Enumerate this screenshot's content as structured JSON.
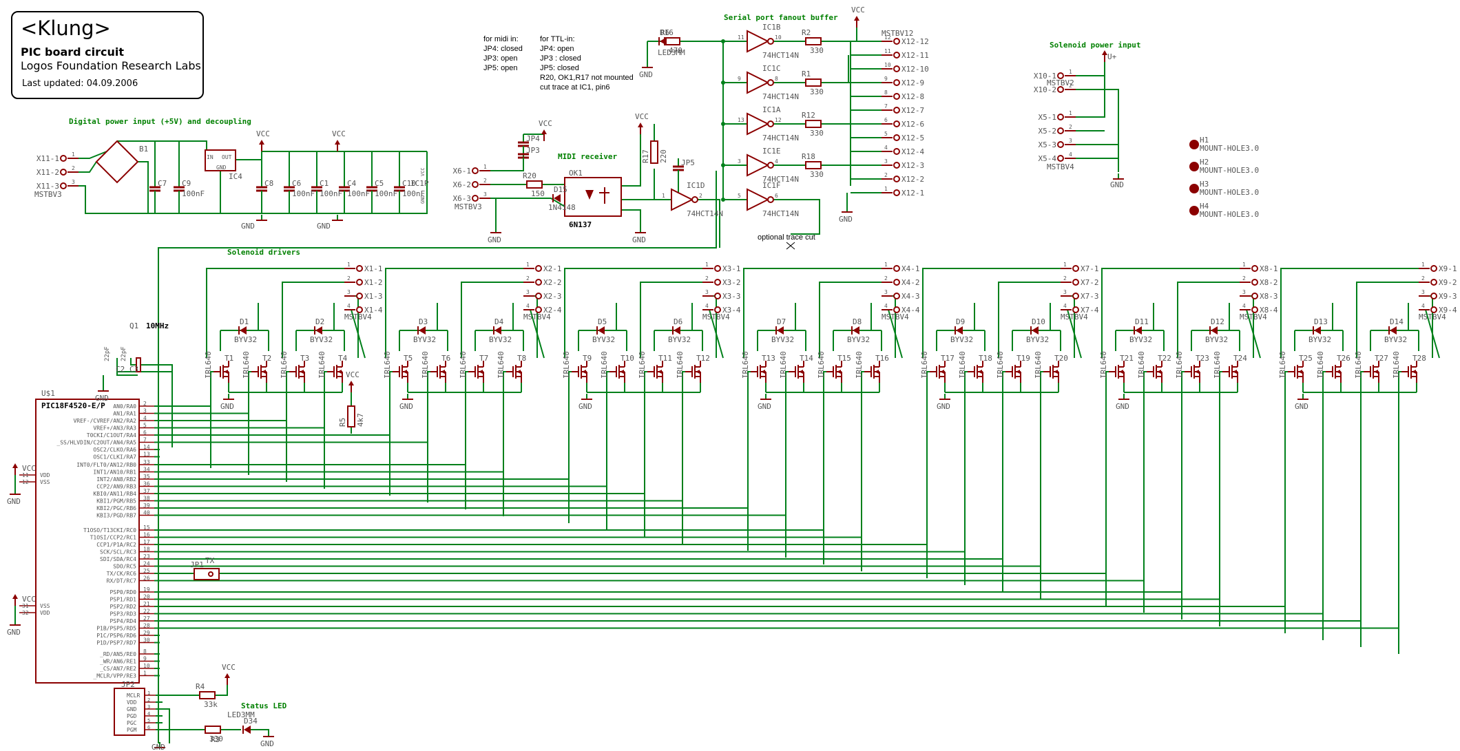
{
  "title_block": {
    "title": "<Klung>",
    "subtitle": "PIC board circuit",
    "org": "Logos Foundation Research Labs",
    "updated": "Last updated: 04.09.2006"
  },
  "notes": {
    "midi": [
      "for midi in:",
      "JP4: closed",
      "JP3: open",
      "JP5: open"
    ],
    "ttl": [
      "for TTL-in:",
      "JP4: open",
      "JP3 : closed",
      "JP5: closed",
      "R20, OK1,R17 not mounted",
      "cut trace at IC1, pin6"
    ],
    "optional_cut": "optional trace cut"
  },
  "sections": {
    "power": "Digital power input (+5V) and decoupling",
    "serial": "Serial port fanout buffer",
    "solenoid_power": "Solenoid power input",
    "midi": "MIDI receiver",
    "drivers": "Solenoid drivers",
    "status": "Status LED"
  },
  "power_input": {
    "connector": "MSTBV3",
    "pins": [
      "X11-1",
      "X11-2",
      "X11-3"
    ],
    "bridge": "B1",
    "regulator": "IC4",
    "reg_in": "IN",
    "reg_out": "OUT",
    "reg_gnd": "GND",
    "vcc": "VCC",
    "gnd": "GND",
    "ic1p": "IC1P",
    "pin_vcc": "VCC",
    "pin_gnd": "GND",
    "caps": [
      {
        "ref": "C7",
        "val": ""
      },
      {
        "ref": "C9",
        "val": "100nF"
      },
      {
        "ref": "C8",
        "val": ""
      },
      {
        "ref": "C6",
        "val": "100nF"
      },
      {
        "ref": "C1",
        "val": "100nF"
      },
      {
        "ref": "C4",
        "val": "100nF"
      },
      {
        "ref": "C5",
        "val": "100nF"
      },
      {
        "ref": "C10",
        "val": "100nF"
      }
    ]
  },
  "midi_receiver": {
    "connector": "MSTBV3",
    "pins": [
      "X6-1",
      "X6-2",
      "X6-3"
    ],
    "r20": "R20",
    "r20_val": "150",
    "d15": "D15",
    "d15_val": "1N4148",
    "ok1": "OK1",
    "ok1_val": "6N137",
    "r17": "R17",
    "r17_val": "220",
    "jp3": "JP3",
    "jp4": "JP4",
    "jp5": "JP5",
    "vcc": "VCC",
    "gnd": "GND"
  },
  "serial_buffer": {
    "led": "D16",
    "led_val": "LED3MM",
    "r6": "R6",
    "r6_val": "470",
    "gnd": "GND",
    "vcc": "VCC",
    "connector": "MSTBV12",
    "gates": [
      {
        "ref": "IC1B",
        "val": "74HCT14N",
        "r": "R2",
        "rval": "330",
        "pin_in": "11",
        "pin_out": "10"
      },
      {
        "ref": "IC1C",
        "val": "74HCT14N",
        "r": "R1",
        "rval": "330",
        "pin_in": "9",
        "pin_out": "8"
      },
      {
        "ref": "IC1A",
        "val": "74HCT14N",
        "r": "R12",
        "rval": "330",
        "pin_in": "13",
        "pin_out": "12"
      },
      {
        "ref": "IC1E",
        "val": "74HCT14N",
        "r": "R18",
        "rval": "330",
        "pin_in": "3",
        "pin_out": "4"
      },
      {
        "ref": "IC1F",
        "val": "74HCT14N",
        "r": "",
        "rval": "",
        "pin_in": "5",
        "pin_out": "6"
      }
    ],
    "ic1d": "IC1D",
    "ic1d_val": "74HCT14N",
    "ic1d_pin_in": "1",
    "ic1d_pin_out": "2",
    "outputs": [
      "X12-12",
      "X12-11",
      "X12-10",
      "X12-9",
      "X12-8",
      "X12-7",
      "X12-6",
      "X12-5",
      "X12-4",
      "X12-3",
      "X12-2",
      "X12-1"
    ],
    "output_pins": [
      "12",
      "11",
      "10",
      "9",
      "8",
      "7",
      "6",
      "5",
      "4",
      "3",
      "2",
      "1"
    ]
  },
  "solenoid_power": {
    "connector_a": "MSTBV2",
    "pins_a": [
      "X10-1",
      "X10-2"
    ],
    "connector_b": "MSTBV4",
    "pins_b": [
      "X5-1",
      "X5-2",
      "X5-3",
      "X5-4"
    ],
    "vplus": "U+",
    "gnd": "GND",
    "holes": [
      {
        "ref": "H1",
        "val": "MOUNT-HOLE3.0"
      },
      {
        "ref": "H2",
        "val": "MOUNT-HOLE3.0"
      },
      {
        "ref": "H3",
        "val": "MOUNT-HOLE3.0"
      },
      {
        "ref": "H4",
        "val": "MOUNT-HOLE3.0"
      }
    ]
  },
  "drivers": {
    "connector": "MSTBV4",
    "diode_val": "BYV32",
    "fet_val": "IRL640",
    "gnd": "GND",
    "pin_nums": [
      "1",
      "2",
      "3",
      "4"
    ],
    "groups": [
      {
        "pins": [
          "X1-1",
          "X1-2",
          "X1-3",
          "X1-4"
        ],
        "diodes": [
          "D1",
          "D2"
        ],
        "fets": [
          "T1",
          "T2",
          "T3",
          "T4"
        ]
      },
      {
        "pins": [
          "X2-1",
          "X2-2",
          "X2-3",
          "X2-4"
        ],
        "diodes": [
          "D3",
          "D4"
        ],
        "fets": [
          "T5",
          "T6",
          "T7",
          "T8"
        ]
      },
      {
        "pins": [
          "X3-1",
          "X3-2",
          "X3-3",
          "X3-4"
        ],
        "diodes": [
          "D5",
          "D6"
        ],
        "fets": [
          "T9",
          "T10",
          "T11",
          "T12"
        ]
      },
      {
        "pins": [
          "X4-1",
          "X4-2",
          "X4-3",
          "X4-4"
        ],
        "diodes": [
          "D7",
          "D8"
        ],
        "fets": [
          "T13",
          "T14",
          "T15",
          "T16"
        ]
      },
      {
        "pins": [
          "X7-1",
          "X7-2",
          "X7-3",
          "X7-4"
        ],
        "diodes": [
          "D9",
          "D10"
        ],
        "fets": [
          "T17",
          "T18",
          "T19",
          "T20"
        ]
      },
      {
        "pins": [
          "X8-1",
          "X8-2",
          "X8-3",
          "X8-4"
        ],
        "diodes": [
          "D11",
          "D12"
        ],
        "fets": [
          "T21",
          "T22",
          "T23",
          "T24"
        ]
      },
      {
        "pins": [
          "X9-1",
          "X9-2",
          "X9-3",
          "X9-4"
        ],
        "diodes": [
          "D13",
          "D14"
        ],
        "fets": [
          "T25",
          "T26",
          "T27",
          "T28"
        ]
      }
    ]
  },
  "crystal": {
    "q1": "Q1",
    "freq": "10MHz",
    "c2": "C2",
    "c3": "C3",
    "cval": "22pF",
    "gnd": "GND"
  },
  "r5": {
    "ref": "R5",
    "val": "4k7",
    "vcc": "VCC"
  },
  "mcu": {
    "ref": "U$1",
    "val": "PIC18F4520-E/P",
    "left_power": [
      {
        "vcc": "VCC",
        "gnd": "GND",
        "pins": [
          {
            "num": "11",
            "name": "VDD"
          },
          {
            "num": "12",
            "name": "VSS"
          }
        ]
      },
      {
        "vcc": "VCC",
        "gnd": "GND",
        "pins": [
          {
            "num": "31",
            "name": "VSS"
          },
          {
            "num": "32",
            "name": "VDD"
          }
        ]
      }
    ],
    "pins": [
      {
        "num": "2",
        "name": "AN0/RA0"
      },
      {
        "num": "3",
        "name": "AN1/RA1"
      },
      {
        "num": "4",
        "name": "VREF-/CVREF/AN2/RA2"
      },
      {
        "num": "5",
        "name": "VREF+/AN3/RA3"
      },
      {
        "num": "6",
        "name": "T0CKI/C1OUT/RA4"
      },
      {
        "num": "7",
        "name": "_SS/HLVDIN/C2OUT/AN4/RA5"
      },
      {
        "num": "14",
        "name": "OSC2/CLKO/RA6"
      },
      {
        "num": "13",
        "name": "OSC1/CLKI/RA7"
      },
      {
        "num": "33",
        "name": "INT0/FLT0/AN12/RB0"
      },
      {
        "num": "34",
        "name": "INT1/AN10/RB1"
      },
      {
        "num": "35",
        "name": "INT2/AN8/RB2"
      },
      {
        "num": "36",
        "name": "CCP2/AN9/RB3"
      },
      {
        "num": "37",
        "name": "KBI0/AN11/RB4"
      },
      {
        "num": "38",
        "name": "KBI1/PGM/RB5"
      },
      {
        "num": "39",
        "name": "KBI2/PGC/RB6"
      },
      {
        "num": "40",
        "name": "KBI3/PGD/RB7"
      },
      {
        "num": "15",
        "name": "T1OSO/T13CKI/RC0"
      },
      {
        "num": "16",
        "name": "T1OSI/CCP2/RC1"
      },
      {
        "num": "17",
        "name": "CCP1/P1A/RC2"
      },
      {
        "num": "18",
        "name": "SCK/SCL/RC3"
      },
      {
        "num": "23",
        "name": "SDI/SDA/RC4"
      },
      {
        "num": "24",
        "name": "SDO/RC5"
      },
      {
        "num": "25",
        "name": "TX/CK/RC6"
      },
      {
        "num": "26",
        "name": "RX/DT/RC7"
      },
      {
        "num": "19",
        "name": "PSP0/RD0"
      },
      {
        "num": "20",
        "name": "PSP1/RD1"
      },
      {
        "num": "21",
        "name": "PSP2/RD2"
      },
      {
        "num": "22",
        "name": "PSP3/RD3"
      },
      {
        "num": "27",
        "name": "PSP4/RD4"
      },
      {
        "num": "28",
        "name": "P1B/PSP5/RD5"
      },
      {
        "num": "29",
        "name": "P1C/PSP6/RD6"
      },
      {
        "num": "30",
        "name": "P1D/PSP7/RD7"
      },
      {
        "num": "8",
        "name": "_RD/AN5/RE0"
      },
      {
        "num": "9",
        "name": "_WR/AN6/RE1"
      },
      {
        "num": "10",
        "name": "_CS/AN7/RE2"
      },
      {
        "num": "1",
        "name": "_MCLR/VPP/RE3"
      }
    ]
  },
  "jp1": {
    "ref": "JP1",
    "label": "TX"
  },
  "jp2": {
    "ref": "JP2",
    "pins": [
      "MCLR",
      "VDD",
      "GND",
      "PGD",
      "PGC",
      "PGM"
    ],
    "nums": [
      "1",
      "2",
      "3",
      "4",
      "5",
      "6"
    ]
  },
  "r4": {
    "ref": "R4",
    "val": "33k",
    "vcc": "VCC"
  },
  "status_led": {
    "r3": "R3",
    "r3_val": "330",
    "led": "D34",
    "led_val": "LED3MM",
    "gnd": "GND",
    "mcu_gnd": "GND"
  }
}
